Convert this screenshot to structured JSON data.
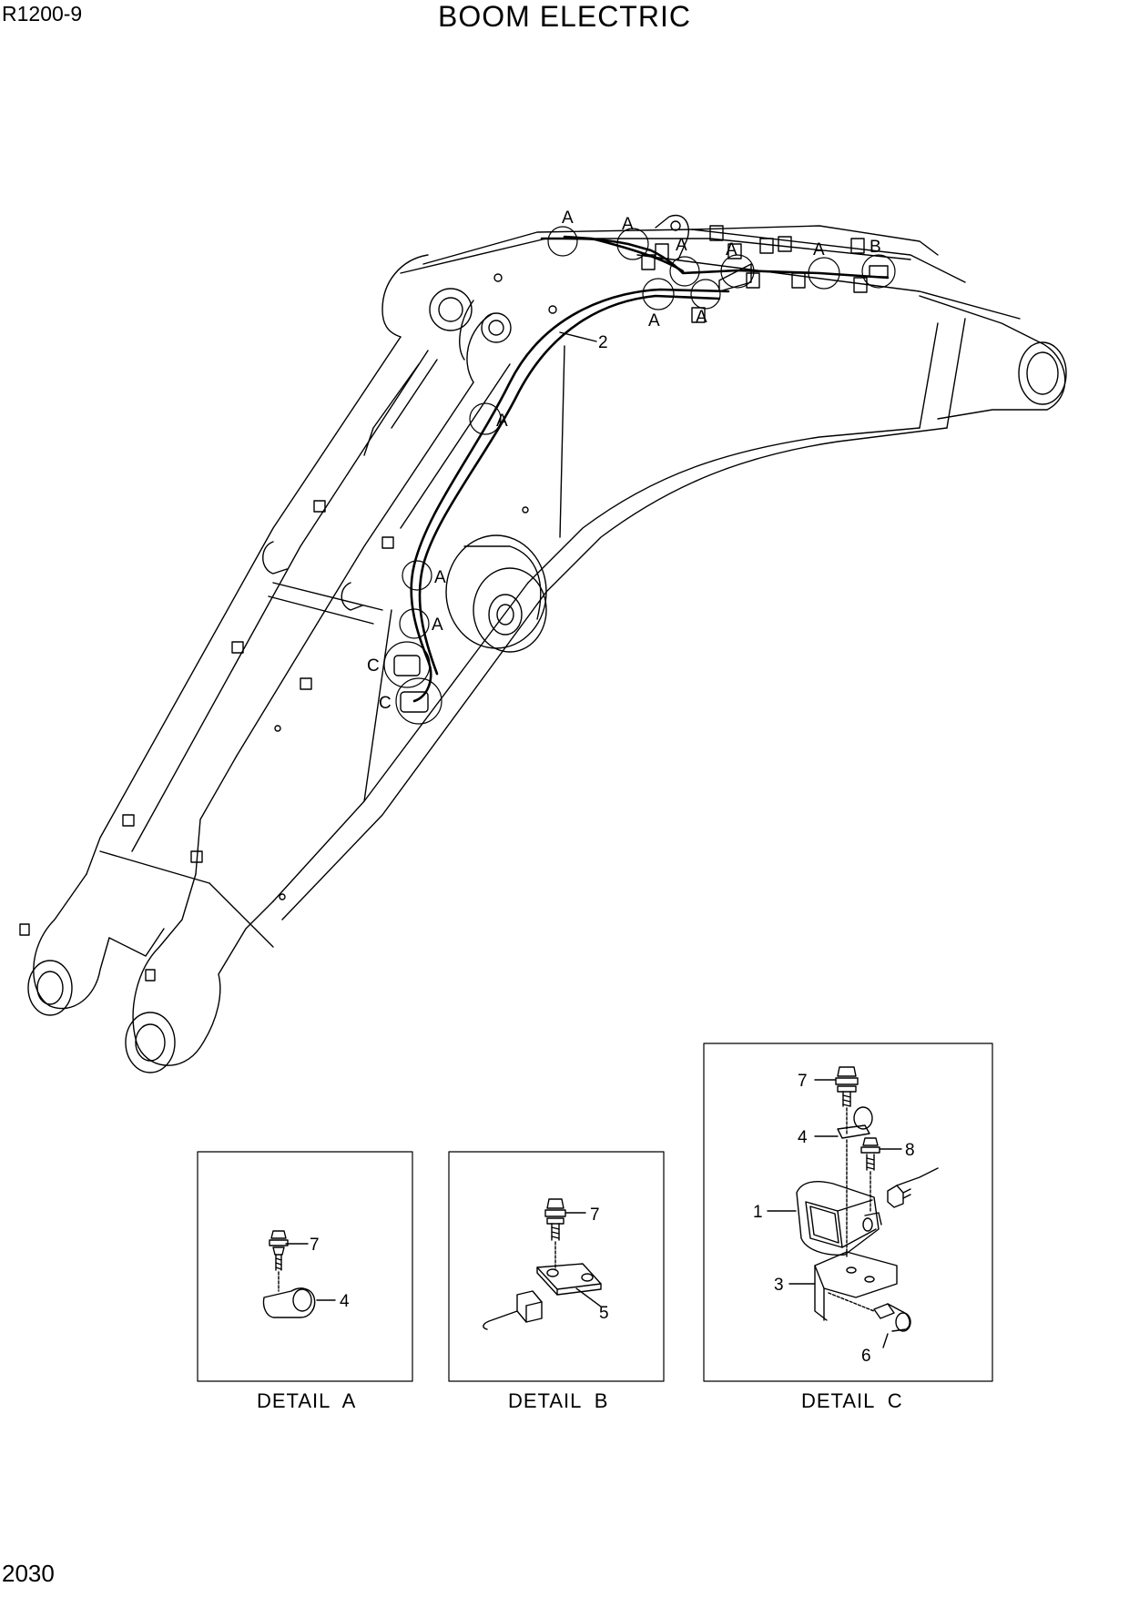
{
  "header": {
    "model": "R1200-9",
    "title": "BOOM ELECTRIC"
  },
  "footer": {
    "page_number": "2030"
  },
  "main_callouts": {
    "a": "A",
    "b": "B",
    "c": "C",
    "harness": "2"
  },
  "detail_a": {
    "caption": "DETAIL  A",
    "bolt": "7",
    "clamp": "4"
  },
  "detail_b": {
    "caption": "DETAIL  B",
    "bolt": "7",
    "plate": "5"
  },
  "detail_c": {
    "caption": "DETAIL  C",
    "bolt_top": "7",
    "clamp": "4",
    "bolt_right": "8",
    "lamp": "1",
    "bracket": "3",
    "bolt_bottom": "6"
  }
}
